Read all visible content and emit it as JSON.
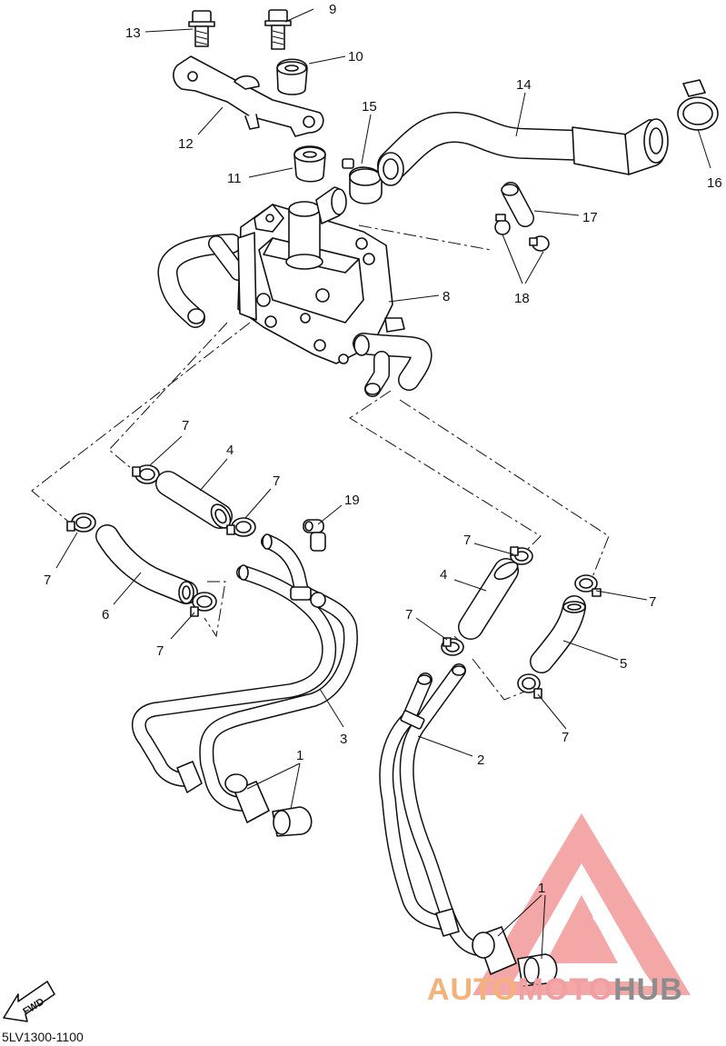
{
  "diagram": {
    "code": "5LV1300-1100",
    "fwd_label": "FWD",
    "callouts": [
      {
        "id": "c13",
        "text": "13"
      },
      {
        "id": "c9",
        "text": "9"
      },
      {
        "id": "c10",
        "text": "10"
      },
      {
        "id": "c12",
        "text": "12"
      },
      {
        "id": "c11",
        "text": "11"
      },
      {
        "id": "c15",
        "text": "15"
      },
      {
        "id": "c14",
        "text": "14"
      },
      {
        "id": "c16",
        "text": "16"
      },
      {
        "id": "c17",
        "text": "17"
      },
      {
        "id": "c18",
        "text": "18"
      },
      {
        "id": "c8",
        "text": "8"
      },
      {
        "id": "c7a",
        "text": "7"
      },
      {
        "id": "c4a",
        "text": "4"
      },
      {
        "id": "c7b",
        "text": "7"
      },
      {
        "id": "c19",
        "text": "19"
      },
      {
        "id": "c7c",
        "text": "7"
      },
      {
        "id": "c6",
        "text": "6"
      },
      {
        "id": "c7d",
        "text": "7"
      },
      {
        "id": "c3",
        "text": "3"
      },
      {
        "id": "c1a",
        "text": "1"
      },
      {
        "id": "c7e",
        "text": "7"
      },
      {
        "id": "c4b",
        "text": "4"
      },
      {
        "id": "c7f",
        "text": "7"
      },
      {
        "id": "c7g",
        "text": "7"
      },
      {
        "id": "c5",
        "text": "5"
      },
      {
        "id": "c7h",
        "text": "7"
      },
      {
        "id": "c2",
        "text": "2"
      },
      {
        "id": "c1b",
        "text": "1"
      }
    ]
  },
  "watermark": {
    "part1": "AUTO",
    "part2": "MOTO",
    "part3": "HUB",
    "colors": {
      "auto": "#f3b27a",
      "moto": "#f0a0a0",
      "hub": "#8c8c8c",
      "logo": "#f08a8a"
    }
  }
}
